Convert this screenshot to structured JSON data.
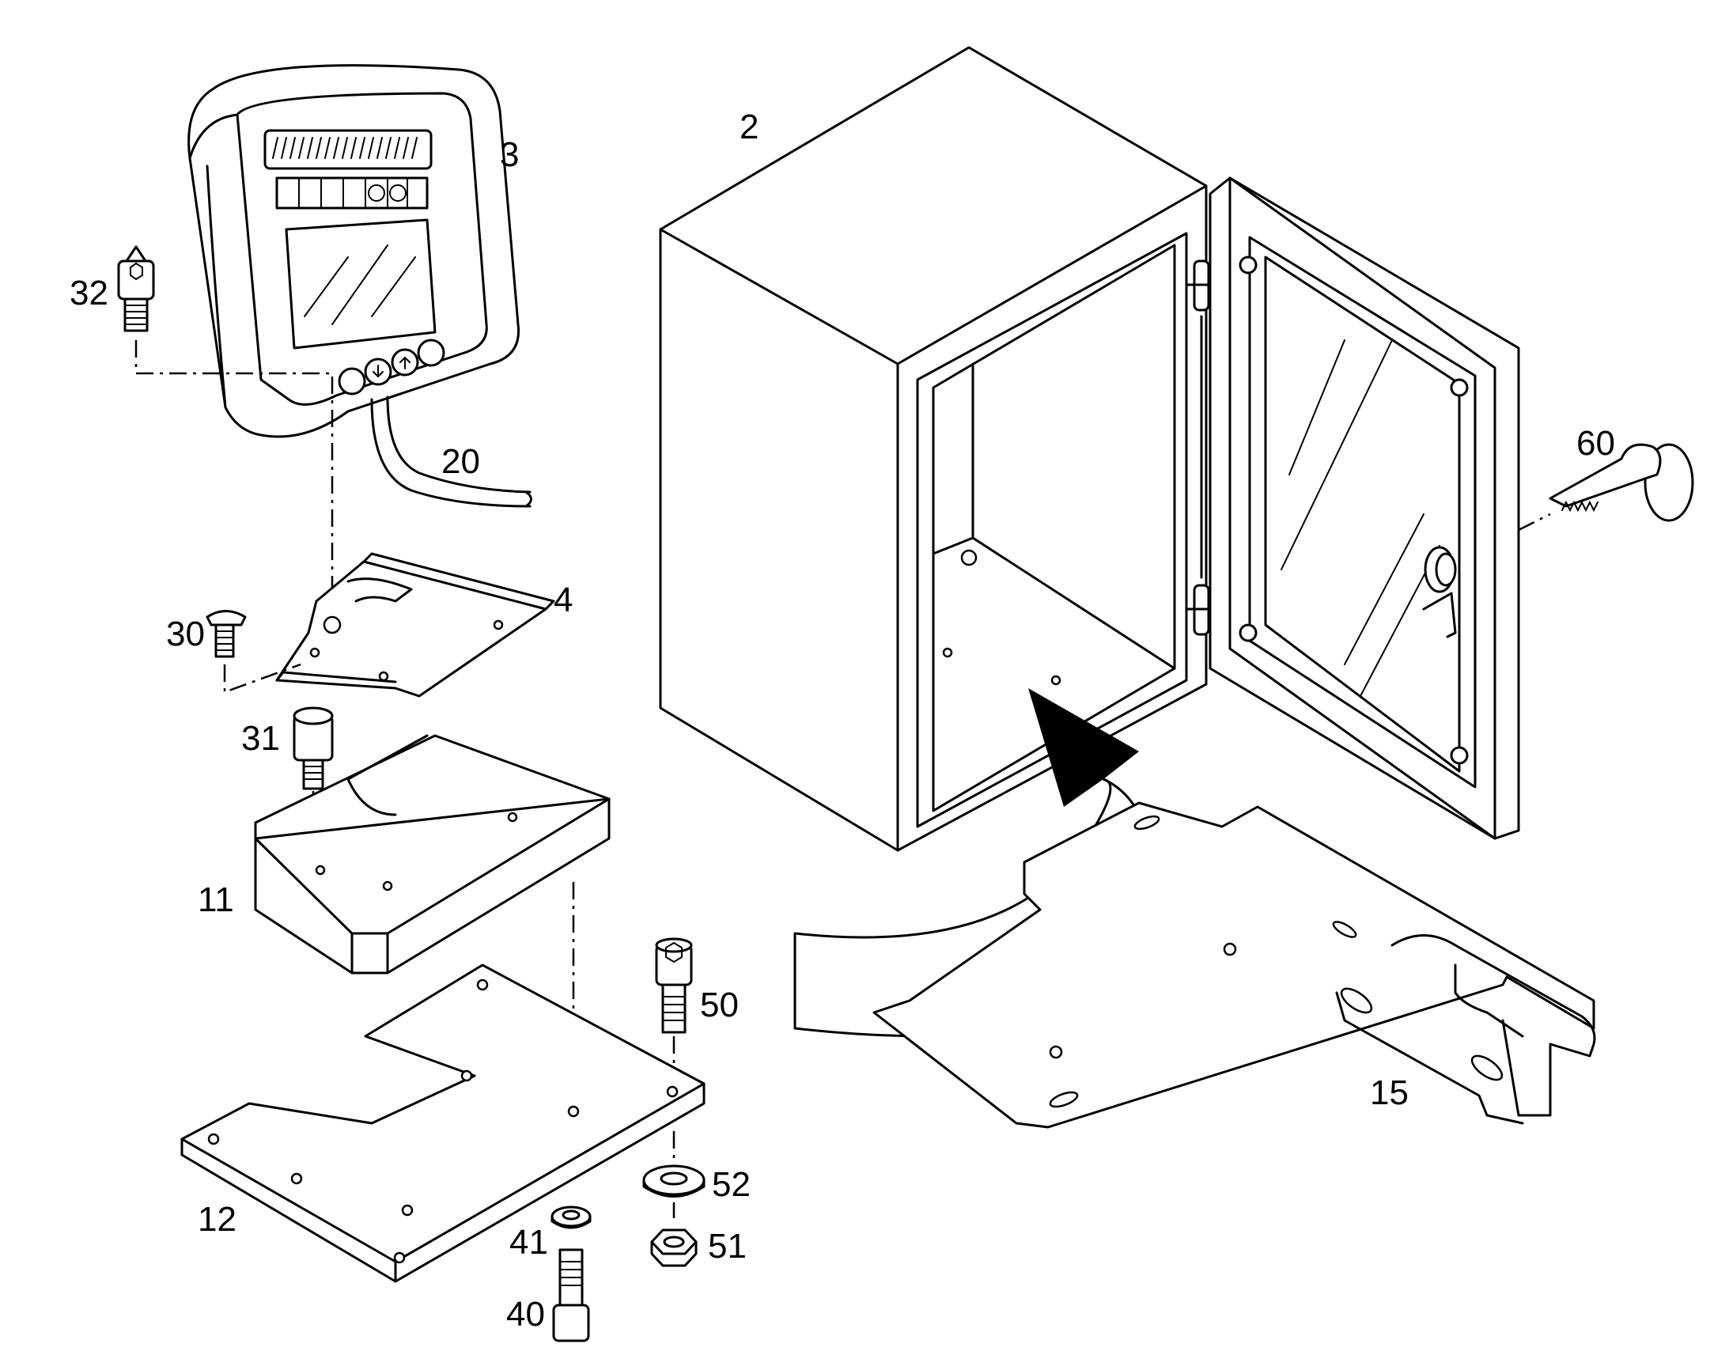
{
  "labels": {
    "p2": "2",
    "p3": "3",
    "p4": "4",
    "p11": "11",
    "p12": "12",
    "p15": "15",
    "p20": "20",
    "p30": "30",
    "p31": "31",
    "p32": "32",
    "p40": "40",
    "p41": "41",
    "p50": "50",
    "p51": "51",
    "p52": "52",
    "p60": "60"
  }
}
